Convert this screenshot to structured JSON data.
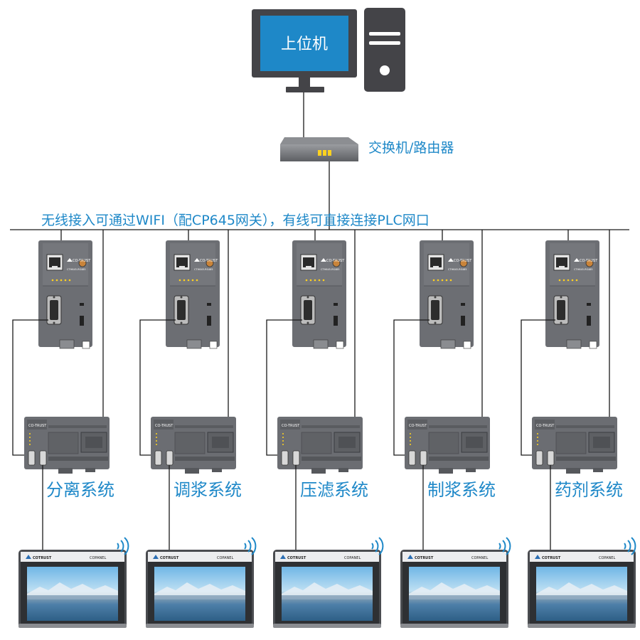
{
  "pc": {
    "label": "上位机"
  },
  "switch": {
    "label": "交换机/路由器"
  },
  "network": {
    "caption": "无线接入可通过WIFI（配CP645网关），有线可直接连接PLC网口"
  },
  "systems": [
    {
      "name": "分离系统"
    },
    {
      "name": "调浆系统"
    },
    {
      "name": "压滤系统"
    },
    {
      "name": "制浆系统"
    },
    {
      "name": "药剂系统"
    }
  ],
  "gateway": {
    "brand": "CO-TRUST",
    "model": "CTH645-RS485"
  },
  "plc": {
    "brand": "CO-TRUST"
  },
  "hmi": {
    "brand": "COTRUST",
    "series": "COPANEL"
  },
  "colors": {
    "accent": "#1e88c8",
    "device_gray": "#6e7075",
    "line": "#1a1a1a"
  }
}
